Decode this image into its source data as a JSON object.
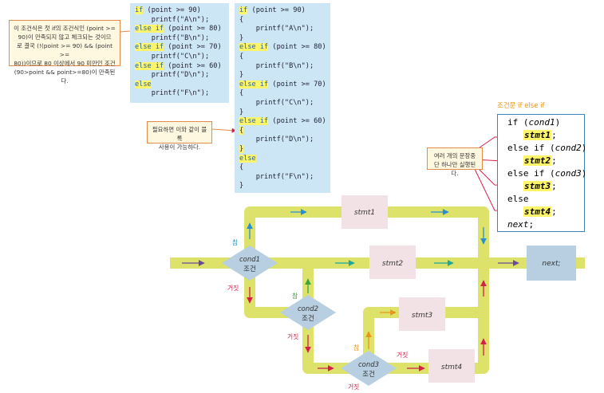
{
  "callout_main": [
    "이 조건식은 첫 if의 조건식인 (point >=",
    "90)이 만족되지 않고 체크되는 것이므",
    "로 결국 (!(point >= 90) && (point >=",
    "80))이므로 80 이상에서 90 미만인 조건",
    "(90>point && point>=80)이 만족된다."
  ],
  "callout_block": [
    "필요하면 이와 같이 블록",
    "사용이 가능하다."
  ],
  "callout_multi": [
    "여러 개의 문장중",
    "단 하나만 실행된다."
  ],
  "code_left": [
    {
      "a": "if",
      "b": " (point >= 90)"
    },
    {
      "a": "",
      "b": "    printf(\"A\\n\");"
    },
    {
      "a": "else if",
      "b": " (point >= 80)"
    },
    {
      "a": "",
      "b": "    printf(\"B\\n\");"
    },
    {
      "a": "else if",
      "b": " (point >= 70)"
    },
    {
      "a": "",
      "b": "    printf(\"C\\n\");"
    },
    {
      "a": "else if",
      "b": " (point >= 60)"
    },
    {
      "a": "",
      "b": "    printf(\"D\\n\");"
    },
    {
      "a": "else",
      "b": ""
    },
    {
      "a": "",
      "b": "    printf(\"F\\n\");"
    }
  ],
  "code_right": [
    {
      "a": "if",
      "b": " (point >= 90)"
    },
    {
      "a": "",
      "b": "{"
    },
    {
      "a": "",
      "b": "    printf(\"A\\n\");"
    },
    {
      "a": "",
      "b": "}"
    },
    {
      "a": "else if",
      "b": " (point >= 80)"
    },
    {
      "a": "",
      "b": "{"
    },
    {
      "a": "",
      "b": "    printf(\"B\\n\");"
    },
    {
      "a": "",
      "b": "}"
    },
    {
      "a": "else if",
      "b": " (point >= 70)"
    },
    {
      "a": "",
      "b": "{"
    },
    {
      "a": "",
      "b": "    printf(\"C\\n\");"
    },
    {
      "a": "",
      "b": "}"
    },
    {
      "a": "else if",
      "b": " (point >= 60)"
    },
    {
      "a": "",
      "b": "{"
    },
    {
      "a": "",
      "b": "    printf(\"D\\n\");"
    },
    {
      "a": "",
      "b": "}"
    },
    {
      "a": "else",
      "b": ""
    },
    {
      "a": "",
      "b": "{"
    },
    {
      "a": "",
      "b": "    printf(\"F\\n\");"
    },
    {
      "a": "",
      "b": "}"
    }
  ],
  "syntax_title": "조건문 if else if",
  "syntax": {
    "l1a": "if (",
    "l1b": "cond1",
    "l1c": ")",
    "l2": "stmt1",
    "l2b": ";",
    "l3a": "else if (",
    "l3b": "cond2",
    "l3c": ")",
    "l4": "stmt2",
    "l4b": ";",
    "l5a": "else if (",
    "l5b": "cond3",
    "l5c": ")",
    "l6": "stmt3",
    "l6b": ";",
    "l7": "else",
    "l8": "stmt4",
    "l8b": ";",
    "l9": "next",
    "l9b": ";"
  },
  "flow": {
    "stmt1": "stmt1",
    "stmt2": "stmt2",
    "stmt3": "stmt3",
    "stmt4": "stmt4",
    "next": "next;",
    "cond1": "cond1",
    "cond2": "cond2",
    "cond3": "cond3",
    "cond_word": "조건",
    "true_label": "참",
    "false_label": "거짓"
  },
  "colors": {
    "track": "#dde36a",
    "box": "#f2e2e6",
    "diamond": "#b7cfe0",
    "next_box": "#b7cfe0",
    "true_color": "#2a8fd0",
    "false_color": "#d6204a"
  }
}
